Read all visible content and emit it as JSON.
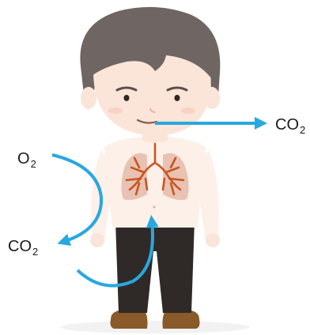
{
  "labels": {
    "co2_out": {
      "main": "CO",
      "sub": "2"
    },
    "o2_in": {
      "main": "O",
      "sub": "2"
    },
    "co2_body": {
      "main": "CO",
      "sub": "2"
    }
  },
  "colors": {
    "arrow": "#29a8df",
    "hair": "#6f6562",
    "skin": "#fbe4d8",
    "shirt": "#fdf0e9",
    "pants": "#2f2a28",
    "shoes": "#8a5a2b",
    "lungs": "#e8c2b3",
    "bronchi": "#c8561f"
  },
  "icons": [
    "person-figure",
    "lungs-icon",
    "exhale-arrow",
    "oxygen-inflow-arrow",
    "co2-return-arrow"
  ]
}
